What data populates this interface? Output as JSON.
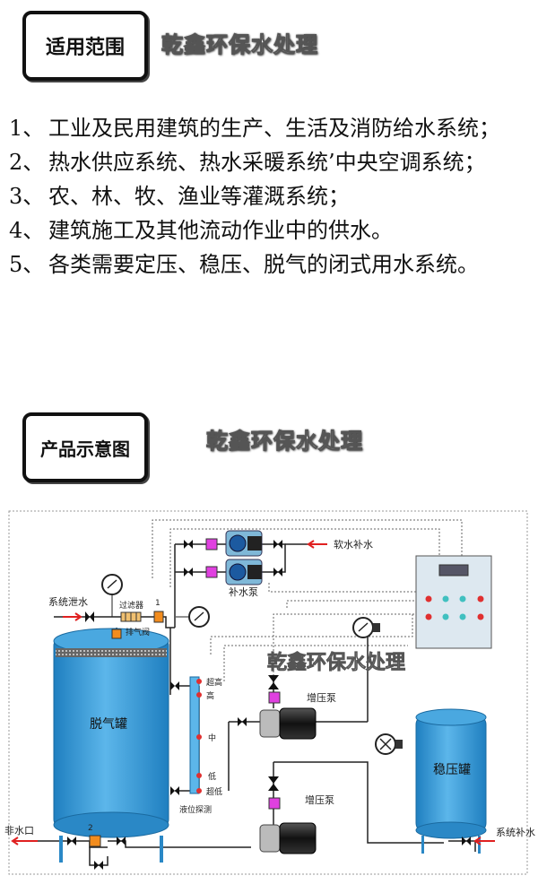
{
  "header1": {
    "tag": "适用范围",
    "watermark": "乾鑫环保水处理"
  },
  "scope_items": [
    {
      "num": "1、",
      "text": "工业及民用建筑的生产、生活及消防给水系统；"
    },
    {
      "num": "2、",
      "text": "热水供应系统、热水采暖系统’中央空调系统；"
    },
    {
      "num": "3、",
      "text": "农、林、牧、渔业等灌溉系统；"
    },
    {
      "num": "4、",
      "text": "建筑施工及其他流动作业中的供水。"
    },
    {
      "num": "5、",
      "text": "各类需要定压、稳压、脱气的闭式用水系统。"
    }
  ],
  "header2": {
    "tag": "产品示意图",
    "watermark": "乾鑫环保水处理"
  },
  "diagram": {
    "watermark": "乾鑫环保水处理",
    "labels": {
      "soft_water_makeup": "软水补水",
      "makeup_pump": "补水泵",
      "system_drain": "系统泄水",
      "filter": "过滤器",
      "vent_valve": "排气阀",
      "degas_tank": "脱气罐",
      "level_probe": "液位探测",
      "level_ultra_high": "超高",
      "level_high": "高",
      "level_mid": "中",
      "level_low": "低",
      "level_ultra_low": "超低",
      "booster_pump_1": "增压泵",
      "booster_pump_2": "增压泵",
      "stabilizer_tank": "稳压罐",
      "water_outlet": "非水口",
      "system_makeup": "系统补水",
      "marker_1": "1",
      "marker_2": "2"
    },
    "colors": {
      "tank": "#2e98d6",
      "tank_light": "#6cc0ee",
      "valve": "#111111",
      "magenta": "#e040e0",
      "orange": "#f28c1e",
      "arrow_red": "#e02020",
      "panel": "#dde8f0",
      "led_red": "#e03030",
      "led_teal": "#40c0c0",
      "pipe": "#222222"
    },
    "icons": [
      "pressure-gauge-icon",
      "valve-icon",
      "pump-icon",
      "arrow-right-icon",
      "control-panel-icon"
    ]
  }
}
